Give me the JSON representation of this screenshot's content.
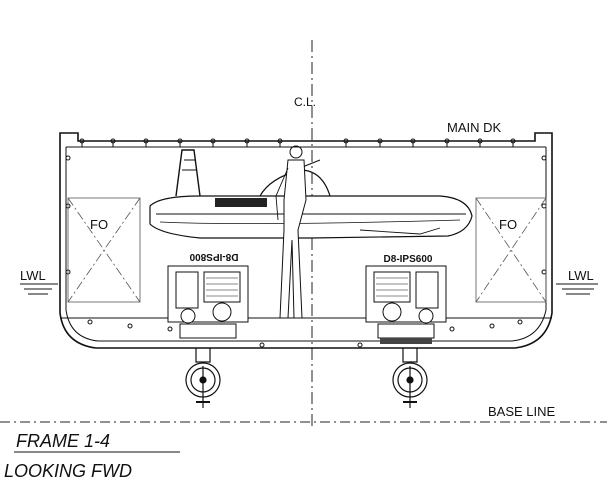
{
  "labels": {
    "centerline": "C.L.",
    "main_deck": "MAIN DK",
    "fuel_oil": "FO",
    "waterline": "LWL",
    "base_line": "BASE LINE",
    "frame": "FRAME 1-4",
    "view": "LOOKING FWD"
  },
  "engines": {
    "port": "D8-IPS800",
    "starboard": "D8-IPS600"
  },
  "colors": {
    "line": "#111111",
    "paper": "#ffffff"
  }
}
